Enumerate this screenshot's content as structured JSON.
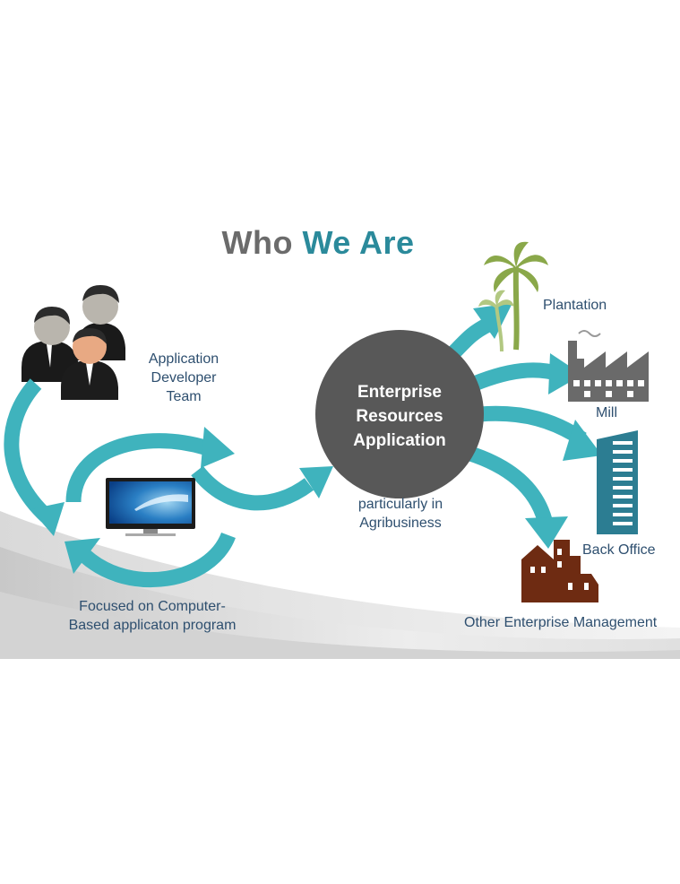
{
  "title": {
    "part1": "Who",
    "part2": "We Are"
  },
  "hub": {
    "line1": "Enterprise",
    "line2": "Resources",
    "line3": "Application"
  },
  "labels": {
    "developer": {
      "line1": "Application",
      "line2": "Developer",
      "line3": "Team"
    },
    "focused": {
      "line1": "Focused on Computer-",
      "line2": "Based applicaton program"
    },
    "particularly": {
      "line1": "particularly in",
      "line2": "Agribusiness"
    },
    "plantation": "Plantation",
    "mill": "Mill",
    "back_office": "Back Office",
    "other": "Other Enterprise Management"
  },
  "colors": {
    "arrow": "#3fb3bd",
    "hub": "#585858",
    "title_gray": "#6b6b6b",
    "title_teal": "#2b8a9b",
    "label_text": "#2e4f6f",
    "building_blue": "#2c7d92",
    "house_brown": "#6e2b12",
    "palm_green": "#8aa84a"
  },
  "icons": [
    "people-icon",
    "monitor-icon",
    "palm-tree-icon",
    "factory-icon",
    "office-building-icon",
    "houses-icon"
  ]
}
